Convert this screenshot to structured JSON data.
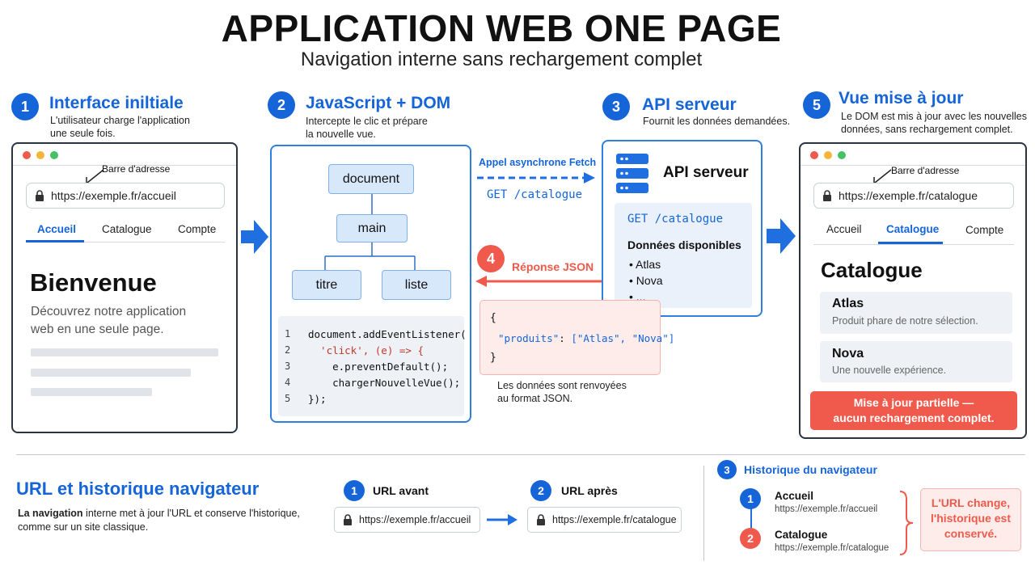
{
  "header": {
    "title": "APPLICATION WEB ONE PAGE",
    "subtitle": "Navigation interne sans rechargement complet"
  },
  "colors": {
    "blue": "#1565d8",
    "red": "#ef5a4c",
    "border": "#2b3240"
  },
  "steps": [
    {
      "num": "1",
      "title": "Interface iniltiale",
      "desc": [
        "L'utilisateur charge l'application",
        "une seule fois."
      ]
    },
    {
      "num": "2",
      "title": "JavaScript + DOM",
      "desc": [
        "Intercepte le clic et prépare",
        "la nouvelle vue."
      ]
    },
    {
      "num": "3",
      "title": "API serveur",
      "desc": [
        "Fournit les données demandées."
      ]
    },
    {
      "num": "4",
      "title": "Réponse JSON"
    },
    {
      "num": "5",
      "title": "Vue mise à jour",
      "desc": [
        "Le DOM est mis à jour avec les nouvelles",
        "données, sans rechargement complet."
      ]
    }
  ],
  "browser1": {
    "address_label": "Barre d'adresse",
    "url": "https://exemple.fr/accueil",
    "tabs": [
      "Accueil",
      "Catalogue",
      "Compte"
    ],
    "heading": "Bienvenue",
    "text": [
      "Découvrez notre application",
      "web en une seule page."
    ]
  },
  "dom": {
    "nodes": [
      "document",
      "main",
      "titre",
      "liste"
    ],
    "line_numbers": [
      "1",
      "2",
      "3",
      "4",
      "5"
    ],
    "code": [
      "document.addEventListener(",
      "  'click', (e) => {",
      "    e.preventDefault();",
      "    chargerNouvelleVue();",
      "});"
    ]
  },
  "fetch": {
    "label": "Appel asynchrone Fetch",
    "request": "GET /catalogue"
  },
  "api": {
    "title": "API serveur",
    "request": "GET /catalogue",
    "data_title": "Données disponibles",
    "items": [
      "Atlas",
      "Nova",
      "..."
    ]
  },
  "json": {
    "open": "{",
    "key": "\"produits\"",
    "value": "[\"Atlas\", \"Nova\"]",
    "close": "}",
    "caption": [
      "Les données sont renvoyées",
      "au format JSON."
    ]
  },
  "browser2": {
    "address_label": "Barre d'adresse",
    "url": "https://exemple.fr/catalogue",
    "tabs": [
      "Accueil",
      "Catalogue",
      "Compte"
    ],
    "heading": "Catalogue",
    "cards": [
      {
        "name": "Atlas",
        "desc": "Produit phare de notre sélection."
      },
      {
        "name": "Nova",
        "desc": "Une nouvelle expérience."
      }
    ],
    "banner": [
      "Mise à jour partielle —",
      "aucun rechargement complet."
    ]
  },
  "bottom": {
    "title": "URL et historique navigateur",
    "desc_bold": "La navigation",
    "desc_rest": " interne met à jour l'URL et conserve l'historique,",
    "desc_line2": "comme sur un site classique.",
    "before": {
      "num": "1",
      "label": "URL avant",
      "url": "https://exemple.fr/accueil"
    },
    "after": {
      "num": "2",
      "label": "URL après",
      "url": "https://exemple.fr/catalogue"
    },
    "history": {
      "num": "3",
      "title": "Historique du navigateur",
      "entries": [
        {
          "num": "1",
          "name": "Accueil",
          "url": "https://exemple.fr/accueil"
        },
        {
          "num": "2",
          "name": "Catalogue",
          "url": "https://exemple.fr/catalogue"
        }
      ],
      "note": [
        "L'URL change,",
        "l'historique est",
        "conservé."
      ]
    }
  }
}
